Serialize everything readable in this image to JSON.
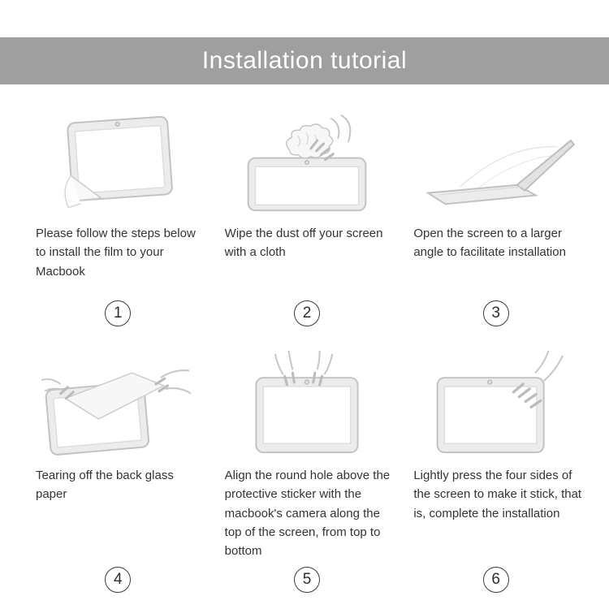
{
  "header": {
    "title": "Installation tutorial",
    "bg_color": "#9f9f9f",
    "text_color": "#ffffff"
  },
  "steps": [
    {
      "number": "1",
      "icon": "macbook-film-peel-icon",
      "caption": "Please follow the steps below to install the film to your Macbook"
    },
    {
      "number": "2",
      "icon": "wipe-screen-cloth-icon",
      "caption": "Wipe the dust off your screen with a cloth"
    },
    {
      "number": "3",
      "icon": "open-laptop-angle-icon",
      "caption": "Open the screen to a larger angle to facilitate installation"
    },
    {
      "number": "4",
      "icon": "tear-back-paper-icon",
      "caption": "Tearing off the back glass paper"
    },
    {
      "number": "5",
      "icon": "align-camera-hole-icon",
      "caption": "Align the round hole above the protective sticker with the macbook's camera along the top of the screen, from top to bottom"
    },
    {
      "number": "6",
      "icon": "press-four-sides-icon",
      "caption": "Lightly press the four sides of the screen to make it stick, that is, complete the installation"
    }
  ]
}
